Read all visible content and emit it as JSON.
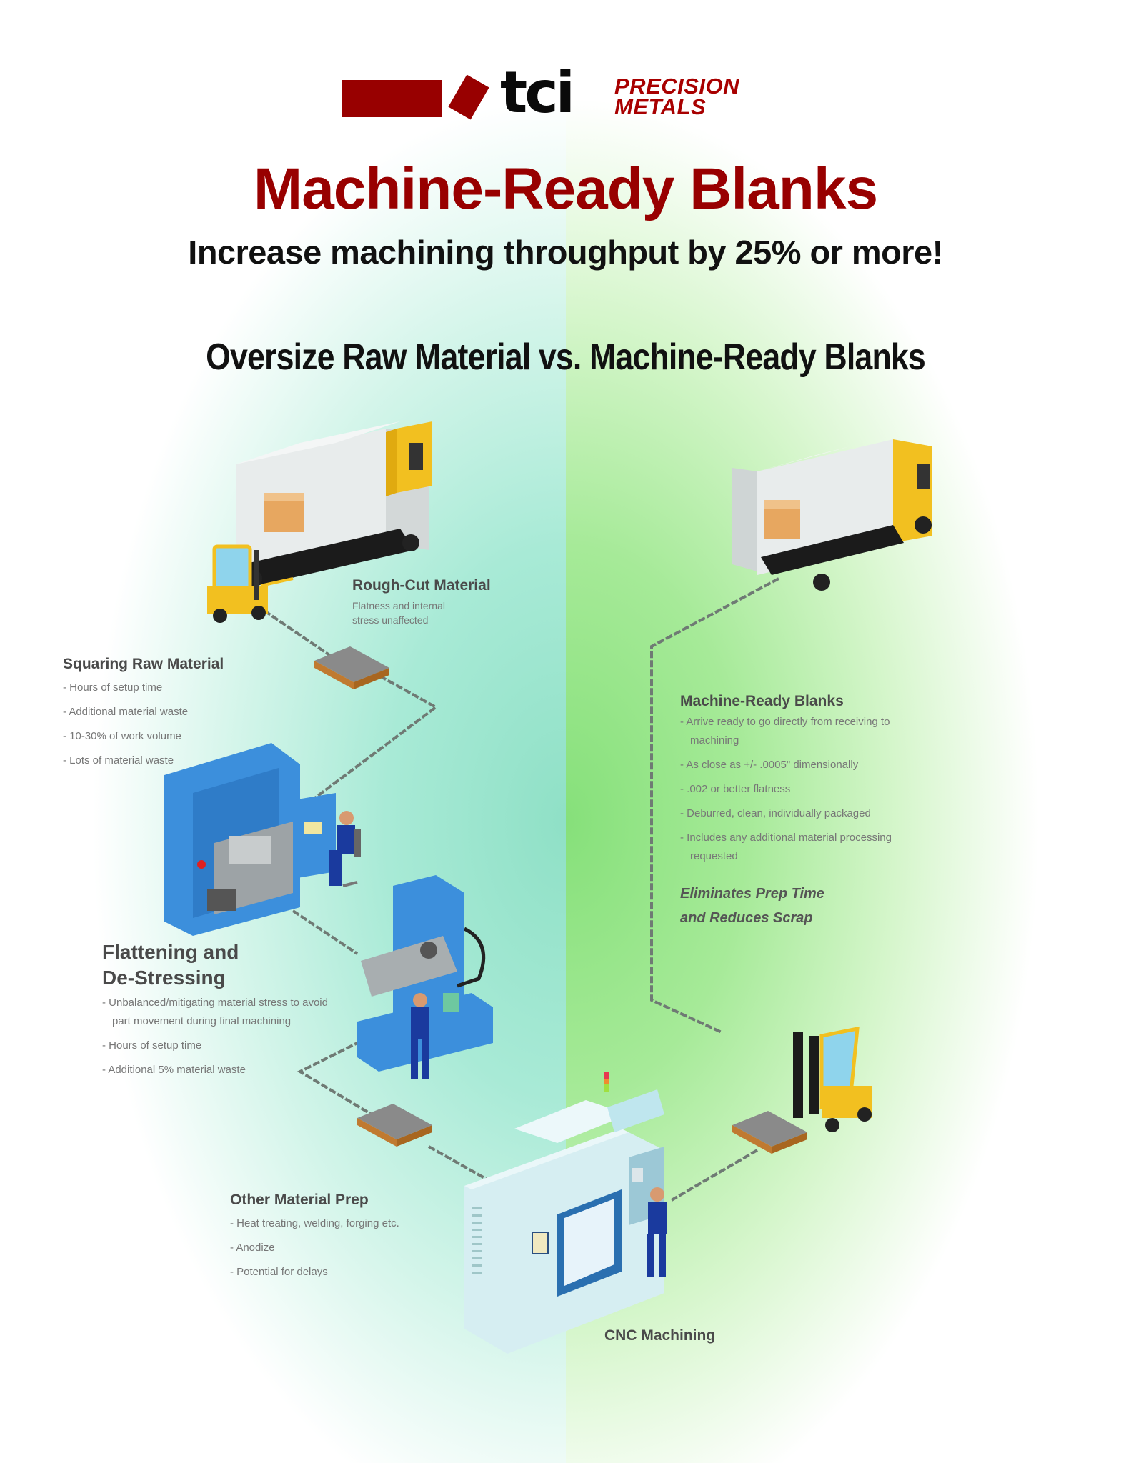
{
  "brand": {
    "logo_mark": "tci",
    "logo_line1": "PRECISION",
    "logo_line2": "METALS",
    "color": "#980000"
  },
  "header": {
    "title": "Machine-Ready Blanks",
    "subtitle": "Increase machining throughput by 25% or more!",
    "comparison_title": "Oversize Raw Material vs. Machine-Ready Blanks"
  },
  "left_panel": {
    "theme": "Oversize Raw Material",
    "background": "#a8ead6",
    "steps": [
      {
        "title": "Rough-Cut Material",
        "description": "Flatness and internal stress unaffected"
      },
      {
        "title": "Squaring Raw Material",
        "bullets": [
          "Hours of setup time",
          "Additional material waste",
          "10-30% of work volume",
          "Lots of material waste"
        ]
      },
      {
        "title": "Flattening and De-Stressing",
        "bullets": [
          "Unbalanced/mitigating material stress to avoid part movement during final machining",
          "Hours of setup time",
          "Additional 5% material waste"
        ]
      },
      {
        "title": "Other Material Prep",
        "bullets": [
          "Heat treating, welding, forging etc.",
          "Anodize",
          "Potential for delays"
        ]
      }
    ]
  },
  "right_panel": {
    "theme": "Machine-Ready Blanks",
    "background": "#a6ea98",
    "step": {
      "title": "Machine-Ready Blanks",
      "bullets": [
        "Arrive ready to go directly from receiving to machining",
        "As close as +/- .0005\" dimensionally",
        ".002 or better flatness",
        "Deburred, clean, individually packaged",
        "Includes any additional material processing requested"
      ],
      "emphasis_line1": "Eliminates Prep Time",
      "emphasis_line2": "and Reduces Scrap"
    }
  },
  "final_step": {
    "title": "CNC Machining"
  },
  "illustration_icons": [
    "delivery-truck-icon",
    "forklift-icon",
    "pallet-icon",
    "saw-machine-icon",
    "milling-machine-icon",
    "cnc-machine-icon",
    "operator-icon"
  ]
}
